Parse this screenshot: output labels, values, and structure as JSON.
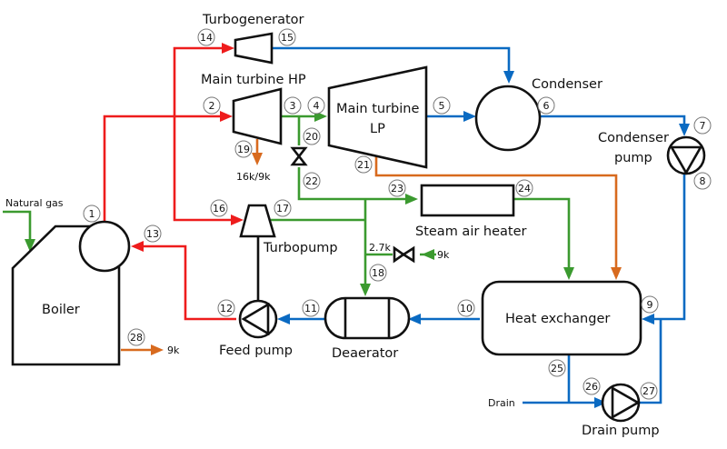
{
  "title": "Steam power plant flow diagram",
  "colors": {
    "hot_steam": "#ee1c1c",
    "water": "#0a6ac2",
    "low_pressure_steam": "#3b9a2f",
    "extraction": "#d86a1e",
    "equipment_outline": "#111111"
  },
  "equipment": {
    "turbogenerator": "Turbogenerator",
    "main_turbine_hp": "Main turbine HP",
    "main_turbine_lp_line1": "Main turbine",
    "main_turbine_lp_line2": "LP",
    "condenser": "Condenser",
    "condenser_pump_line1": "Condenser",
    "condenser_pump_line2": "pump",
    "boiler": "Boiler",
    "turbopump": "Turbopump",
    "steam_air_heater": "Steam air heater",
    "heat_exchanger": "Heat exchanger",
    "deaerator": "Deaerator",
    "feed_pump": "Feed pump",
    "drain_pump": "Drain pump"
  },
  "streams": {
    "natural_gas": "Natural gas",
    "drain": "Drain",
    "hp_extraction": "16k/9k",
    "boiler_out": "9k",
    "makeup_pressure": "2.7k",
    "makeup_source": "9k"
  },
  "state_points": [
    "1",
    "2",
    "3",
    "4",
    "5",
    "6",
    "7",
    "8",
    "9",
    "10",
    "11",
    "12",
    "13",
    "14",
    "15",
    "16",
    "17",
    "18",
    "19",
    "20",
    "21",
    "22",
    "23",
    "24",
    "25",
    "26",
    "27",
    "28"
  ]
}
